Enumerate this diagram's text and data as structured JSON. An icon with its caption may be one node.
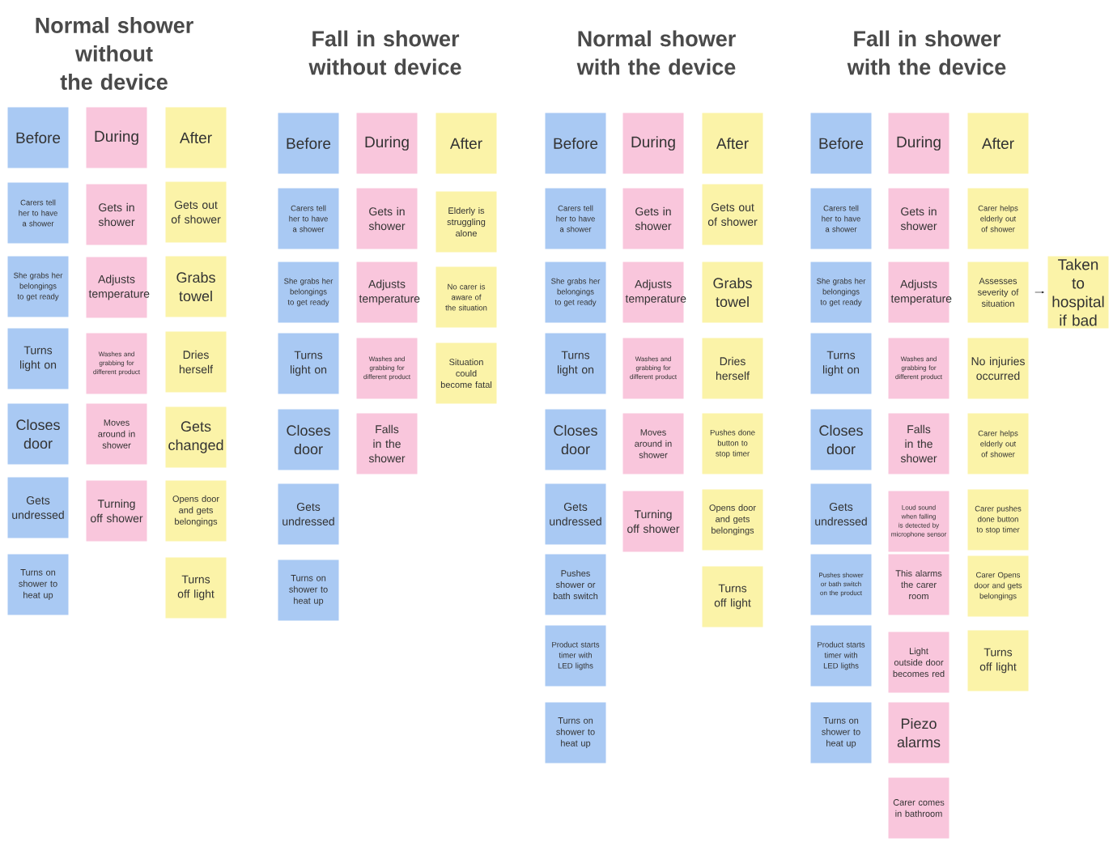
{
  "diagram": {
    "nodes": [
      {
        "text": [
          "Before"
        ]
      },
      {
        "text": [
          "Carers tell her to have a shower"
        ]
      },
      {
        "text": [
          "She grabs her belongings to get ready"
        ]
      },
      {
        "text": [
          "Turns light on"
        ]
      },
      {
        "text": [
          "Closes door"
        ]
      },
      {
        "text": [
          "Gets undressed"
        ]
      },
      {
        "text": [
          "Turns on shower to heat up"
        ]
      },
      {
        "text": [
          "During"
        ]
      },
      {
        "text": [
          "Gets in shower"
        ]
      },
      {
        "text": [
          "Adjusts temperature"
        ]
      },
      {
        "text": [
          "Washes and grabbing for different product"
        ]
      },
      {
        "text": [
          "Moves around in shower"
        ]
      },
      {
        "text": [
          "Turning off shower"
        ]
      },
      {
        "text": [
          "After"
        ]
      },
      {
        "text": [
          "Gets out of shower"
        ]
      },
      {
        "text": [
          "Grabs towel"
        ]
      },
      {
        "text": [
          "Dries herself"
        ]
      },
      {
        "text": [
          "Gets changed"
        ]
      },
      {
        "text": [
          "Opens door and gets belongings"
        ]
      },
      {
        "text": [
          "Turns off light"
        ]
      },
      {
        "text": [
          "Before"
        ]
      },
      {
        "text": [
          "Carers tell her to have a shower"
        ]
      },
      {
        "text": [
          "She grabs her belongings to get ready"
        ]
      },
      {
        "text": [
          "Turns light on"
        ]
      },
      {
        "text": [
          "Closes door"
        ]
      },
      {
        "text": [
          "Gets undressed"
        ]
      },
      {
        "text": [
          "Turns on shower to heat up"
        ]
      },
      {
        "text": [
          "During"
        ]
      },
      {
        "text": [
          "Gets in shower"
        ]
      },
      {
        "text": [
          "Adjusts temperature"
        ]
      },
      {
        "text": [
          "Washes and grabbing for different product"
        ]
      },
      {
        "text": [
          "Falls in the shower"
        ]
      },
      {
        "text": [
          "After"
        ]
      },
      {
        "text": [
          "Elderly is struggling alone"
        ]
      },
      {
        "text": [
          "No carer is aware of the situation"
        ]
      },
      {
        "text": [
          "Situation could become fatal"
        ]
      },
      {
        "text": [
          "Before"
        ]
      },
      {
        "text": [
          "Carers tell her to have a shower"
        ]
      },
      {
        "text": [
          "She grabs her belongings to get ready"
        ]
      },
      {
        "text": [
          "Turns light on"
        ]
      },
      {
        "text": [
          "Closes door"
        ]
      },
      {
        "text": [
          "Gets undressed"
        ]
      },
      {
        "text": [
          "Pushes shower or bath switch"
        ]
      },
      {
        "text": [
          "Product starts timer with LED ligths"
        ]
      },
      {
        "text": [
          "Turns on shower to heat up"
        ]
      },
      {
        "text": [
          "During"
        ]
      },
      {
        "text": [
          "Gets in shower"
        ]
      },
      {
        "text": [
          "Adjusts temperature"
        ]
      },
      {
        "text": [
          "Washes and grabbing for different product"
        ]
      },
      {
        "text": [
          "Moves around in shower"
        ]
      },
      {
        "text": [
          "Turning off shower"
        ]
      },
      {
        "text": [
          "After"
        ]
      },
      {
        "text": [
          "Gets out of shower"
        ]
      },
      {
        "text": [
          "Grabs towel"
        ]
      },
      {
        "text": [
          "Dries herself"
        ]
      },
      {
        "text": [
          "Pushes done button to stop timer"
        ]
      },
      {
        "text": [
          "Opens door and gets belongings"
        ]
      },
      {
        "text": [
          "Turns off light"
        ]
      },
      {
        "text": [
          "Before"
        ]
      },
      {
        "text": [
          "Carers tell her to have a shower"
        ]
      },
      {
        "text": [
          "She grabs her belongings to get ready"
        ]
      },
      {
        "text": [
          "Turns light on"
        ]
      },
      {
        "text": [
          "Closes door"
        ]
      },
      {
        "text": [
          "Gets undressed"
        ]
      },
      {
        "text": [
          "Pushes shower or bath switch on the product"
        ]
      },
      {
        "text": [
          "Product starts timer with LED ligths"
        ]
      },
      {
        "text": [
          "Turns on shower to heat up"
        ]
      },
      {
        "text": [
          "During"
        ]
      },
      {
        "text": [
          "Gets in shower"
        ]
      },
      {
        "text": [
          "Adjusts temperature"
        ]
      },
      {
        "text": [
          "Washes and grabbing for different product"
        ]
      },
      {
        "text": [
          "Falls in the shower"
        ]
      },
      {
        "text": [
          "Loud sound when falling is detected by microphone sensor"
        ]
      },
      {
        "text": [
          "This alarms the carer room"
        ]
      },
      {
        "text": [
          "Light outside door becomes red"
        ]
      },
      {
        "text": [
          "Piezo alarms"
        ]
      },
      {
        "text": [
          "Carer comes in bathroom"
        ]
      },
      {
        "text": [
          "After"
        ]
      },
      {
        "text": [
          "Carer helps elderly out of shower"
        ]
      },
      {
        "text": [
          "Assesses severity of situation"
        ]
      },
      {
        "text": [
          "No injuries occurred"
        ]
      },
      {
        "text": [
          "Carer helps elderly out of shower"
        ]
      },
      {
        "text": [
          "Carer pushes done button to stop timer"
        ]
      },
      {
        "text": [
          "Carer Opens door and gets belongings"
        ]
      },
      {
        "text": [
          "Turns off light"
        ]
      },
      {
        "text": [
          "Taken to hospital if bad"
        ]
      }
    ],
    "edges": [
      {
        "from": 79,
        "to": 85,
        "arrow": "to"
      }
    ],
    "labels": [
      "Normal shower without the device",
      "Fall in shower without device",
      "Normal shower with the device",
      "Fall in shower with the device"
    ]
  }
}
